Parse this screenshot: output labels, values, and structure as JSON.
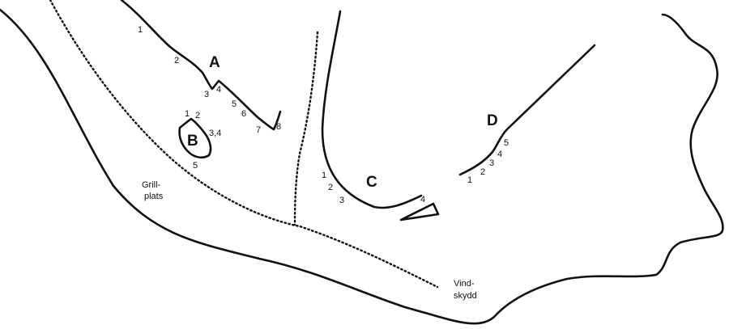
{
  "areas": [
    {
      "id": "A",
      "label": "A",
      "routes": [
        "1",
        "2",
        "3",
        "4",
        "5",
        "6",
        "7",
        "8"
      ]
    },
    {
      "id": "B",
      "label": "B",
      "routes": [
        "1",
        "2",
        "3,4",
        "5"
      ]
    },
    {
      "id": "C",
      "label": "C",
      "routes": [
        "1",
        "2",
        "3",
        "4"
      ]
    },
    {
      "id": "D",
      "label": "D",
      "routes": [
        "1",
        "2",
        "3",
        "4",
        "5"
      ]
    }
  ],
  "places": {
    "grill_line1": "Grill-",
    "grill_line2": "plats",
    "vind_line1": "Vind-",
    "vind_line2": "skydd"
  },
  "colors": {
    "ink": "#111111",
    "background": "#ffffff"
  }
}
